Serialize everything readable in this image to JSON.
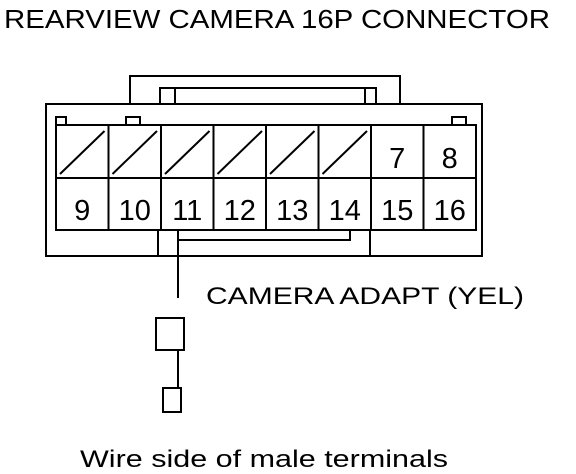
{
  "title": "REARVIEW CAMERA 16P CONNECTOR",
  "footer": "Wire side of male terminals",
  "wire_label": "CAMERA ADAPT (YEL)",
  "connector": {
    "top_row": [
      {
        "pin": "",
        "empty": true
      },
      {
        "pin": "",
        "empty": true
      },
      {
        "pin": "",
        "empty": true
      },
      {
        "pin": "",
        "empty": true
      },
      {
        "pin": "",
        "empty": true
      },
      {
        "pin": "",
        "empty": true
      },
      {
        "pin": "7",
        "empty": false
      },
      {
        "pin": "8",
        "empty": false
      }
    ],
    "bottom_row": [
      "9",
      "10",
      "11",
      "12",
      "13",
      "14",
      "15",
      "16"
    ],
    "highlighted_pin": "11"
  },
  "colors": {
    "line": "#000000",
    "background": "#ffffff"
  }
}
